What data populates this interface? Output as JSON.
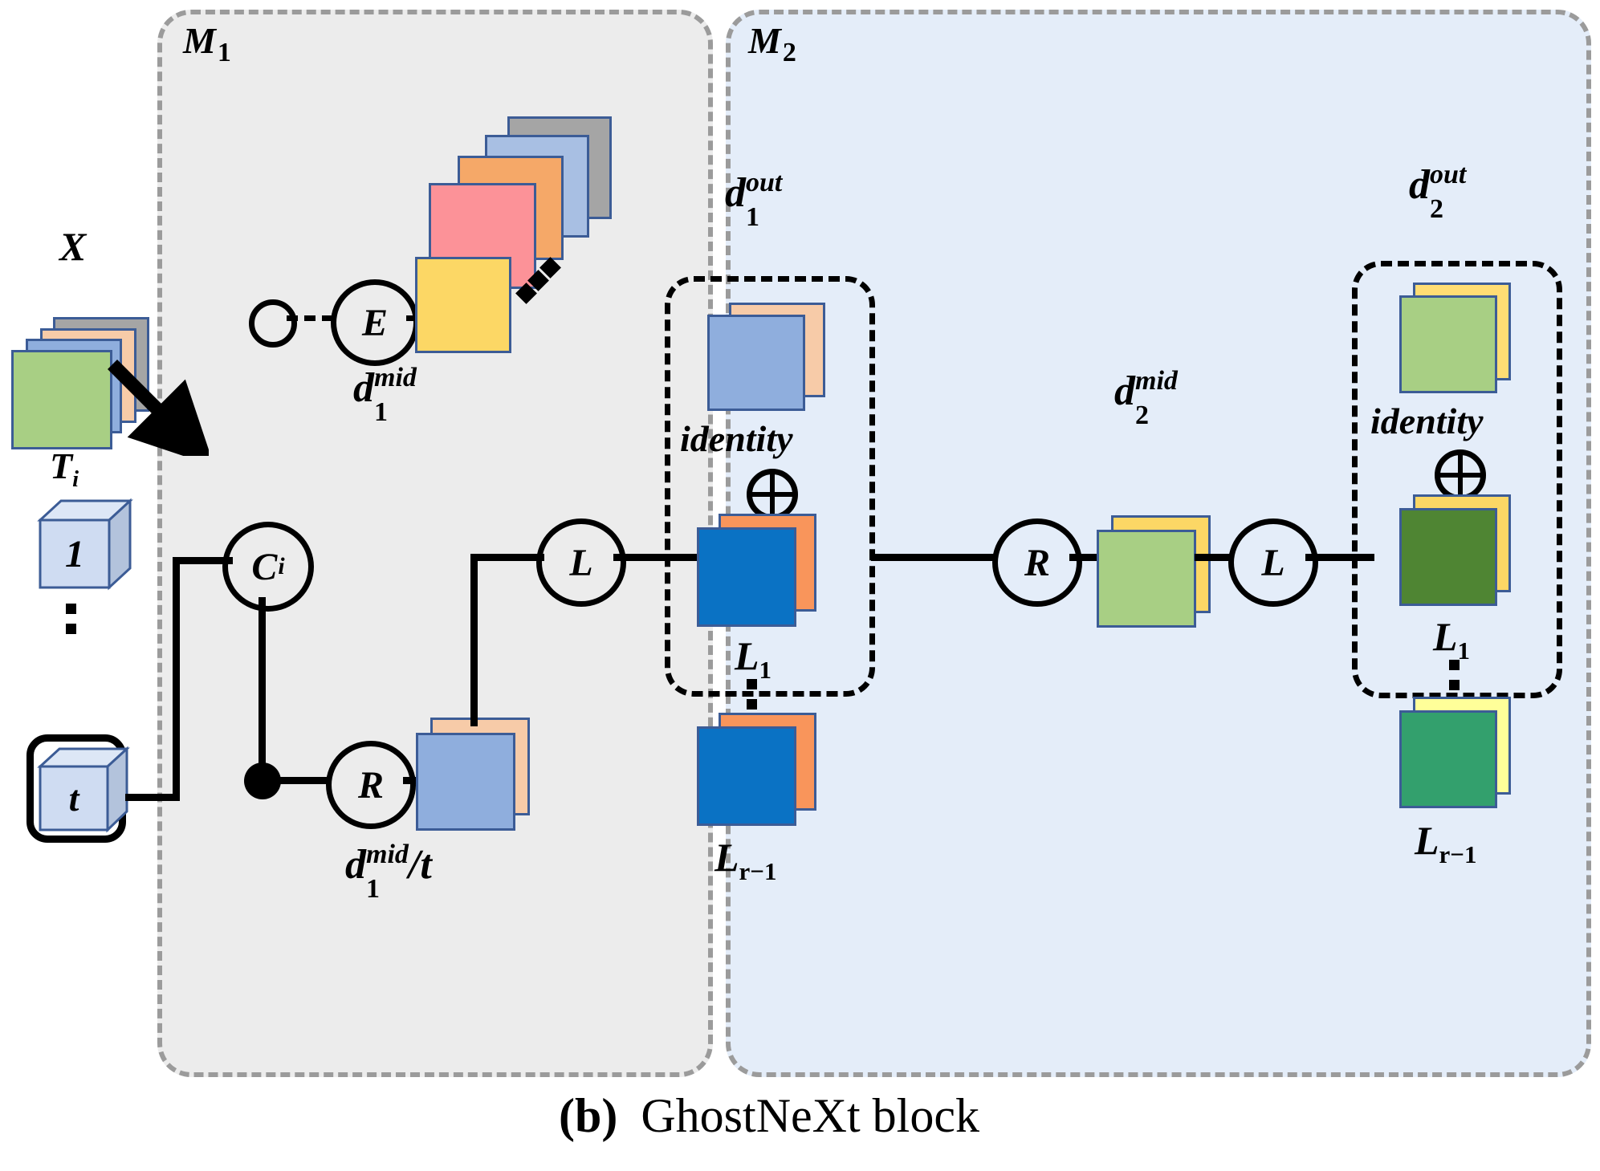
{
  "figure": {
    "caption_prefix": "(b)",
    "caption_text": "GhostNeXt block"
  },
  "colors": {
    "panel_m1_bg": "#ececec",
    "panel_m2_bg": "#e4edf9",
    "panel_border": "#9b9b9b",
    "card_border": "#3c5c96",
    "green": "#a8cf84",
    "gray": "#a5a5a5",
    "peach": "#f7cba8",
    "blue_light": "#8faedd",
    "yellow": "#fcd765",
    "pink": "#fc9298",
    "orange_mid": "#f5a868",
    "blue_strong": "#0a72c4",
    "orange_strong": "#f9955b",
    "dark_olive": "#4f8533",
    "green_teal": "#33a06d",
    "yellow_pale": "#ffff99",
    "yellow_soft": "#ffdd74",
    "cube_face": "#cfdcf2",
    "cube_top": "#dde7f6",
    "cube_side": "#b3c3dc"
  },
  "modules": [
    {
      "id": "m1",
      "label": "M",
      "sub": "1"
    },
    {
      "id": "m2",
      "label": "M",
      "sub": "2"
    }
  ],
  "input": {
    "tensor_label": "X",
    "time_label": "T",
    "time_sub": "i",
    "cube_first": "1",
    "cube_last": "t"
  },
  "operators": {
    "ci": {
      "letter": "C",
      "sub": "i"
    },
    "e": {
      "letter": "E"
    },
    "r1": {
      "letter": "R"
    },
    "l1": {
      "letter": "L"
    },
    "r2": {
      "letter": "R"
    },
    "l2": {
      "letter": "L"
    }
  },
  "m1": {
    "mid_label": {
      "base": "d",
      "sup": "mid",
      "sub": "1"
    },
    "mid_over_t": {
      "base": "d",
      "sup": "mid",
      "sub": "1",
      "tail": "/t"
    },
    "out_group_label": {
      "base": "d",
      "sup": "out",
      "sub": "1"
    },
    "identity_label": "identity",
    "plus_symbol": "⊕",
    "branch_first": {
      "base": "L",
      "sub": "1"
    },
    "branch_last": {
      "base": "L",
      "sub": "r−1"
    }
  },
  "m2": {
    "mid_label": {
      "base": "d",
      "sup": "mid",
      "sub": "2"
    },
    "out_group_label": {
      "base": "d",
      "sup": "out",
      "sub": "2"
    },
    "identity_label": "identity",
    "plus_symbol": "⊕",
    "branch_first": {
      "base": "L",
      "sub": "1"
    },
    "branch_last": {
      "base": "L",
      "sub": "r−1"
    }
  }
}
